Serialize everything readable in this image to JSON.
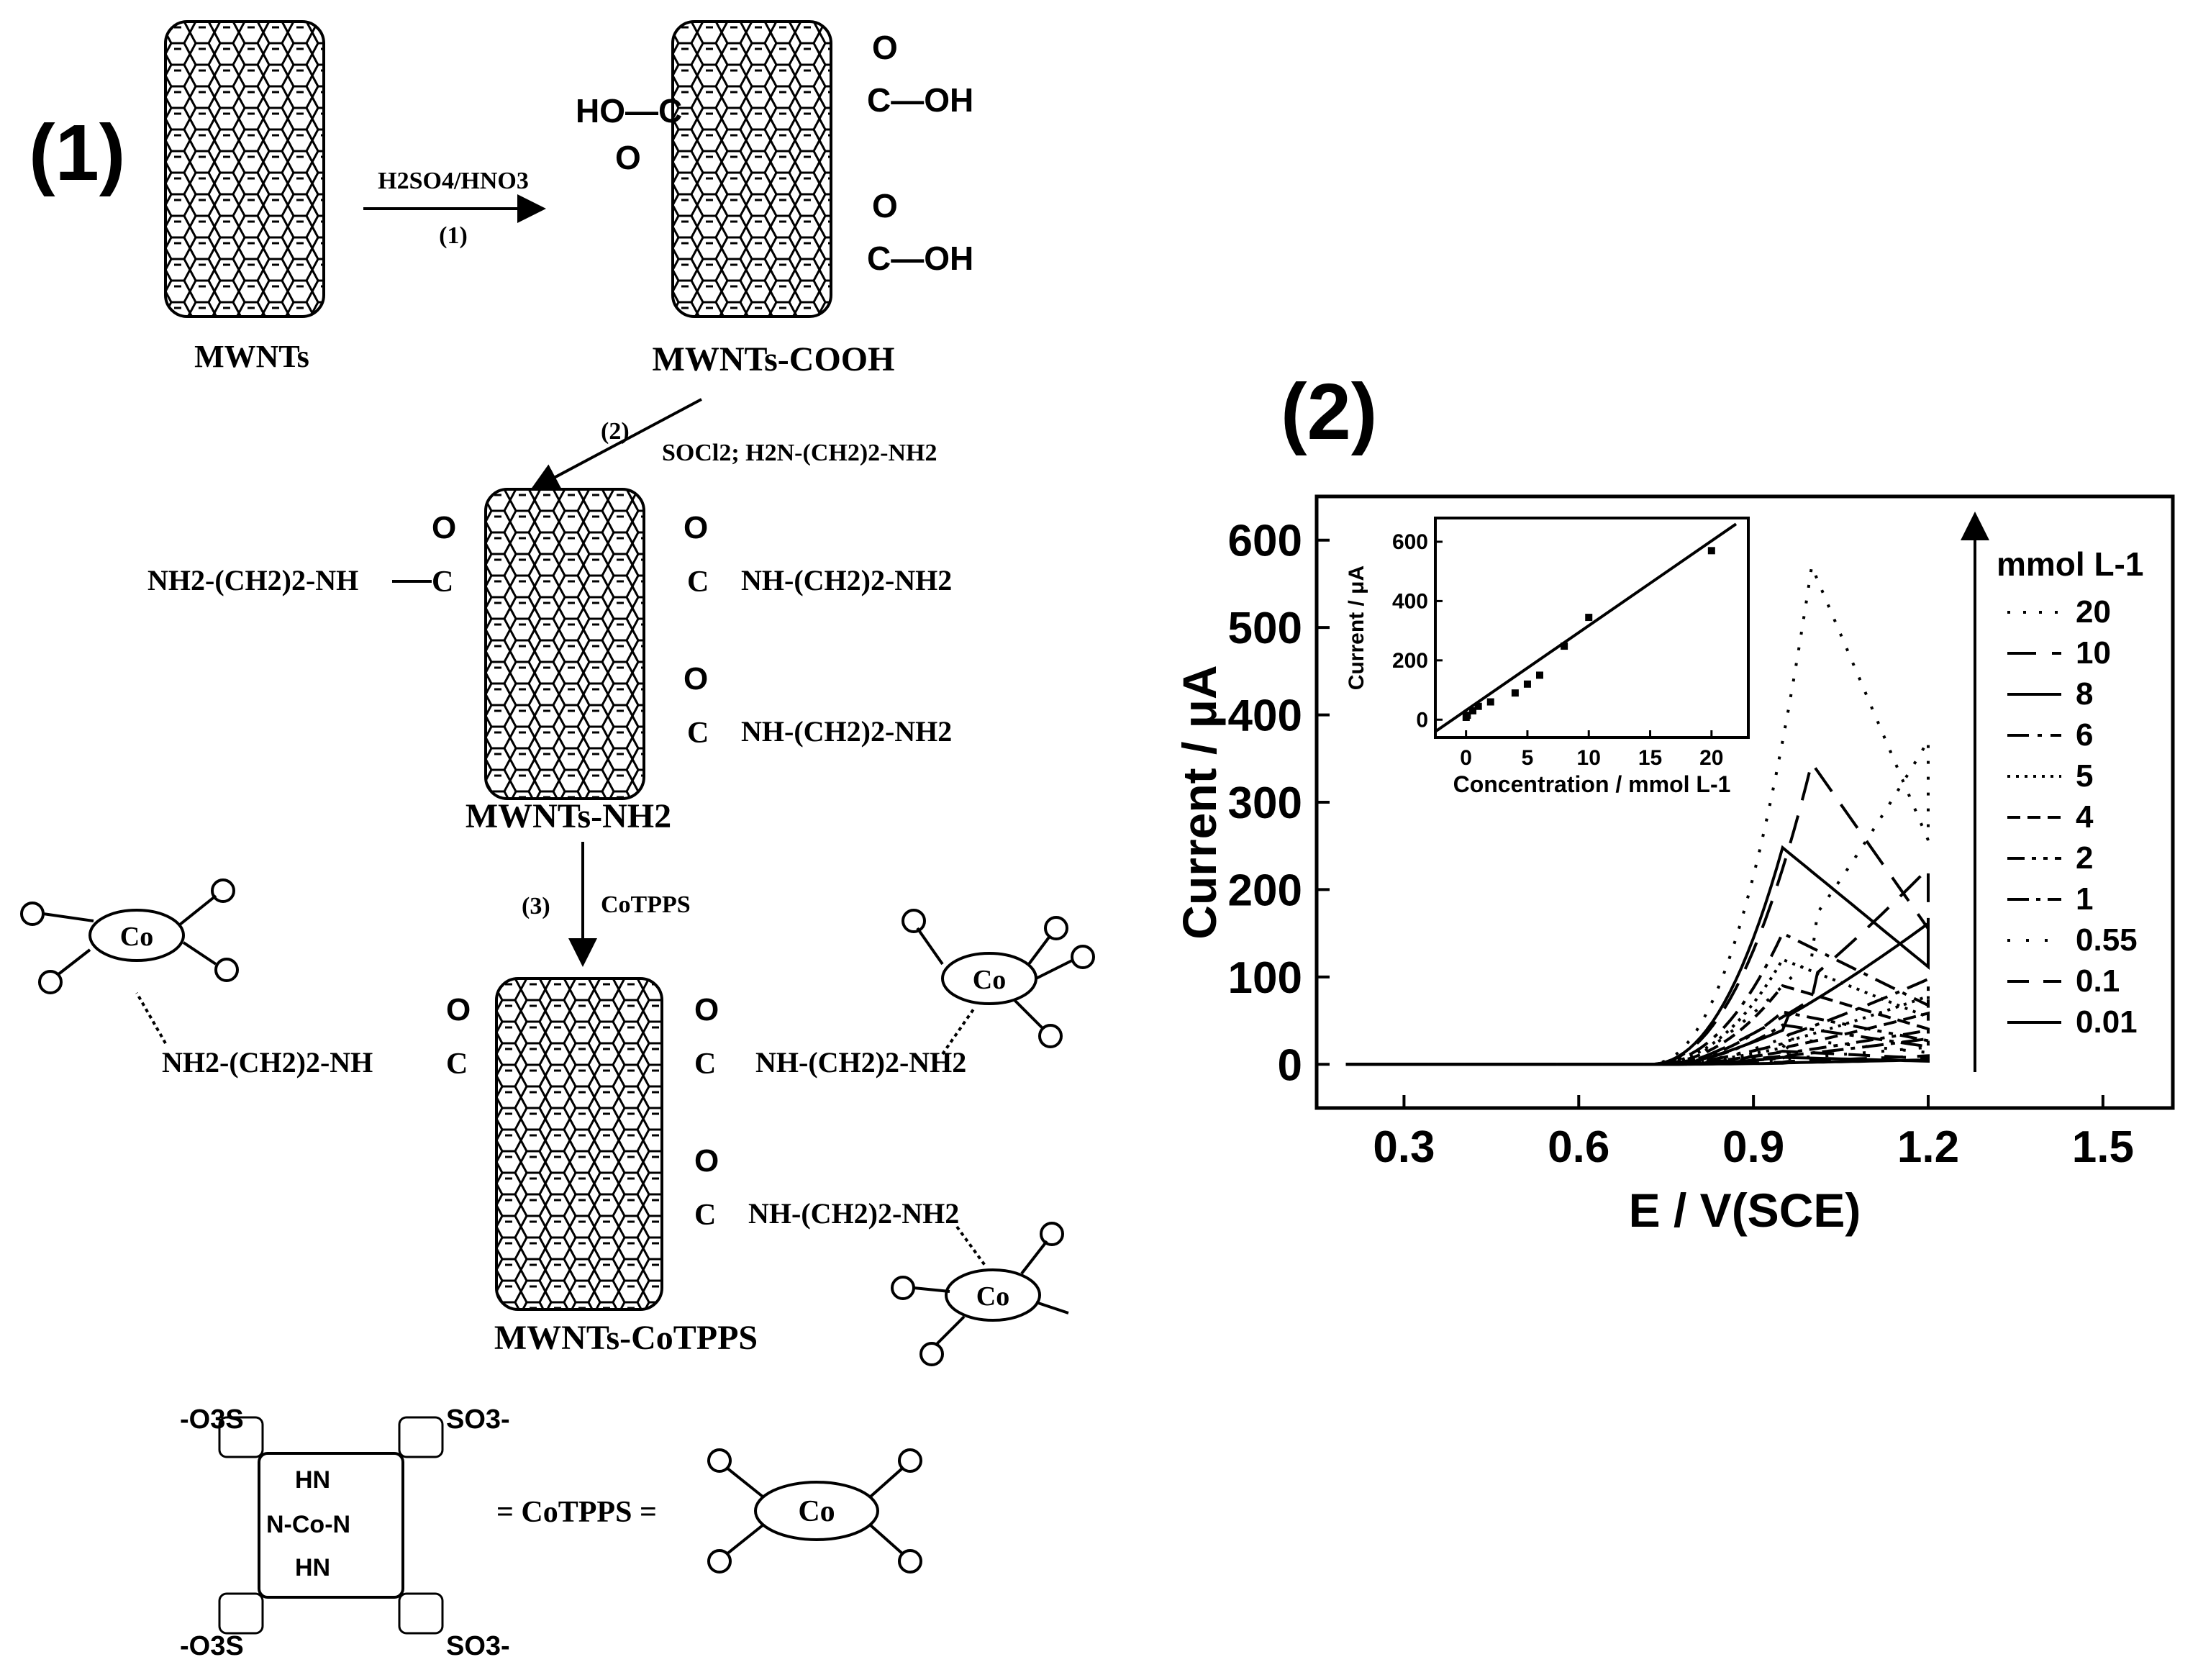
{
  "panel1": {
    "label": "(1)",
    "nanotube_labels": {
      "mwnts": "MWNTs",
      "mwnts_cooh": "MWNTs-COOH",
      "mwnts_nh2": "MWNTs-NH2",
      "mwnts_cotpps": "MWNTs-CoTPPS"
    },
    "steps": [
      {
        "number": "(1)",
        "reagent": "H2SO4/HNO3"
      },
      {
        "number": "(2)",
        "reagent": "SOCl2;  H2N-(CH2)2-NH2"
      },
      {
        "number": "(3)",
        "reagent": "CoTPPS"
      }
    ],
    "groups": {
      "carboxyl_left": "HO—C",
      "carboxyl_right": "C—OH",
      "oxygen": "O",
      "amide_chain_left": "NH2-(CH2)2-NH",
      "amide_chain_right": "NH-(CH2)2-NH2",
      "carbon": "C"
    },
    "cobalt_label": "Co",
    "porphyrin": {
      "sulfonate_tl": "-O3S",
      "sulfonate_tr": "SO3-",
      "sulfonate_bl": "-O3S",
      "sulfonate_br": "SO3-",
      "core": "N-Co-N",
      "hn_top": "HN",
      "hn_bottom": "HN",
      "equation": "= CoTPPS ="
    }
  },
  "panel2": {
    "label": "(2)",
    "chart_data": [
      {
        "type": "line",
        "xlabel": "E / V(SCE)",
        "ylabel": "Current / μA",
        "xlim": [
          0.15,
          1.62
        ],
        "ylim": [
          -50,
          650
        ],
        "xticks": [
          "0.3",
          "0.6",
          "0.9",
          "1.2",
          "1.5"
        ],
        "yticks": [
          "0",
          "100",
          "200",
          "300",
          "400",
          "500",
          "600"
        ],
        "legend_title": "mmol L-1",
        "legend_position": "right",
        "series": [
          {
            "name": "20",
            "peak_current": 570,
            "peak_potential": 1.0
          },
          {
            "name": "10",
            "peak_current": 345,
            "peak_potential": 1.0
          },
          {
            "name": "8",
            "peak_current": 248,
            "peak_potential": 0.95
          },
          {
            "name": "6",
            "peak_current": 150,
            "peak_potential": 0.95
          },
          {
            "name": "5",
            "peak_current": 120,
            "peak_potential": 0.95
          },
          {
            "name": "4",
            "peak_current": 90,
            "peak_potential": 0.95
          },
          {
            "name": "2",
            "peak_current": 60,
            "peak_potential": 0.95
          },
          {
            "name": "1",
            "peak_current": 45,
            "peak_potential": 0.95
          },
          {
            "name": "0.55",
            "peak_current": 30,
            "peak_potential": 0.95
          },
          {
            "name": "0.1",
            "peak_current": 15,
            "peak_potential": 0.95
          },
          {
            "name": "0.01",
            "peak_current": 8,
            "peak_potential": 0.95
          }
        ]
      },
      {
        "type": "scatter",
        "xlabel": "Concentration / mmol L-1",
        "ylabel": "Current / μA",
        "xlim": [
          -2.5,
          23
        ],
        "ylim": [
          -60,
          680
        ],
        "xticks": [
          "0",
          "5",
          "10",
          "15",
          "20"
        ],
        "yticks": [
          "0",
          "200",
          "400",
          "600"
        ],
        "x": [
          0.01,
          0.1,
          0.55,
          1,
          2,
          4,
          5,
          6,
          8,
          10,
          20
        ],
        "y": [
          8,
          15,
          30,
          45,
          60,
          90,
          120,
          150,
          248,
          345,
          570
        ],
        "fit_line": {
          "x": [
            -2.5,
            22
          ],
          "y": [
            -40,
            660
          ]
        }
      }
    ]
  }
}
